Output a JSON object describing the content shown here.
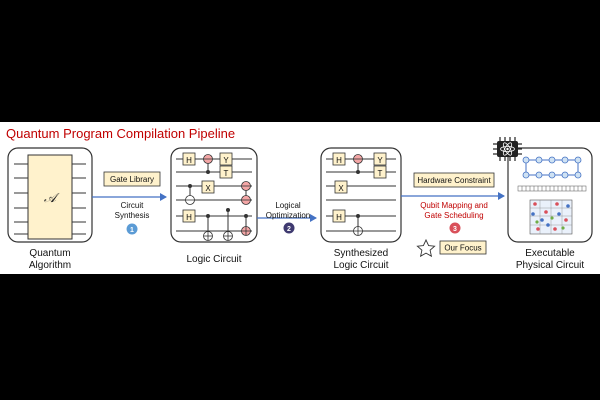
{
  "title": "Quantum Program Compilation Pipeline",
  "stages": {
    "quantum_algorithm": {
      "label_line1": "Quantum",
      "label_line2": "Algorithm",
      "symbol": "𝒜"
    },
    "logic_circuit": {
      "label": "Logic Circuit"
    },
    "synthesized": {
      "label_line1": "Synthesized",
      "label_line2": "Logic Circuit"
    },
    "physical": {
      "label_line1": "Executable",
      "label_line2": "Physical Circuit"
    }
  },
  "steps": {
    "step1": {
      "box": "Gate Library",
      "line1": "Circuit",
      "line2": "Synthesis",
      "number": "1"
    },
    "step2": {
      "line1": "Logical",
      "line2": "Optimization",
      "number": "2"
    },
    "step3": {
      "box": "Hardware Constraint",
      "line1": "Qubit Mapping and",
      "line2": "Gate Scheduling",
      "number": "3"
    }
  },
  "focus": {
    "label": "Our Focus"
  },
  "gates": {
    "h": "H",
    "x": "X",
    "y": "Y",
    "t": "T"
  },
  "colors": {
    "title": "#c00000",
    "arrow": "#4472c4",
    "gate_fill": "#fff2cc",
    "step1": "#5b9bd5",
    "step2": "#3f3a70",
    "step3": "#d9505a",
    "step3_text": "#c00000",
    "focus_fill": "#fff2cc"
  },
  "icons": {
    "chip": "chip-icon",
    "atom": "atom-icon",
    "star": "star-icon"
  }
}
